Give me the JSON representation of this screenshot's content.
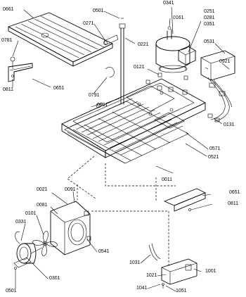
{
  "callouts": {
    "c0661a": "0661",
    "c0501a": "0501",
    "c0271": "0271",
    "c0341": "0341",
    "c0161": "0161",
    "c0251": "0251",
    "c0281": "0281",
    "c0351": "0351",
    "c0781": "0781",
    "c0221": "0221",
    "c0531": "0531",
    "c0921": "0921",
    "c0121": "0121",
    "c0811a": "0811",
    "c0651a": "0651",
    "c0791": "0791",
    "c0901": "0901",
    "c0131": "0131",
    "c0571": "0571",
    "c0521": "0521",
    "c0011": "0011",
    "c0651b": "0651",
    "c0811b": "0811",
    "c0021": "0021",
    "c0091": "0091",
    "c0081": "0081",
    "c0101": "0101",
    "c0331": "0331",
    "c0541": "0541",
    "c0301": "0301",
    "c0501b": "0501",
    "c1031": "1031",
    "c1021": "1021",
    "c1001": "1001",
    "c1041": "1041",
    "c1051": "1051"
  }
}
